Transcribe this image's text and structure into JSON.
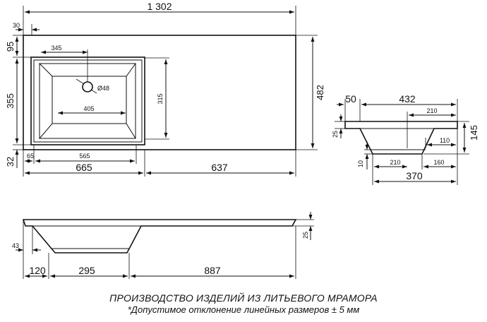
{
  "top_view": {
    "overall_width": "1 302",
    "left_offset": "30",
    "top_margin": "95",
    "bowl_height": "355",
    "bottom_margin": "32",
    "overall_depth": "482",
    "bowl_to_drain": "345",
    "drain_diameter": "Ø48",
    "bowl_inner_width": "405",
    "bowl_inner_depth": "315",
    "inner_left_offset": "65",
    "bowl_bottom_width": "565",
    "bowl_section": "665",
    "counter_section": "637"
  },
  "side_view": {
    "rim": "50",
    "depth": "432",
    "upper_half": "210",
    "offset_right": "110",
    "height": "145",
    "slab_thickness": "25",
    "bottom_thickness": "10",
    "bottom_half": "210",
    "bottom_right": "160",
    "bowl_width": "370"
  },
  "front_view": {
    "slab_thickness": "25",
    "left_offset": "43",
    "seg_left": "120",
    "seg_bowl": "295",
    "seg_counter": "887"
  },
  "footer": {
    "line1": "ПРОИЗВОДСТВО ИЗДЕЛИЙ ИЗ ЛИТЬЕВОГО МРАМОРА",
    "line2": "*Допустимое отклонение линейных размеров ± 5 мм"
  }
}
